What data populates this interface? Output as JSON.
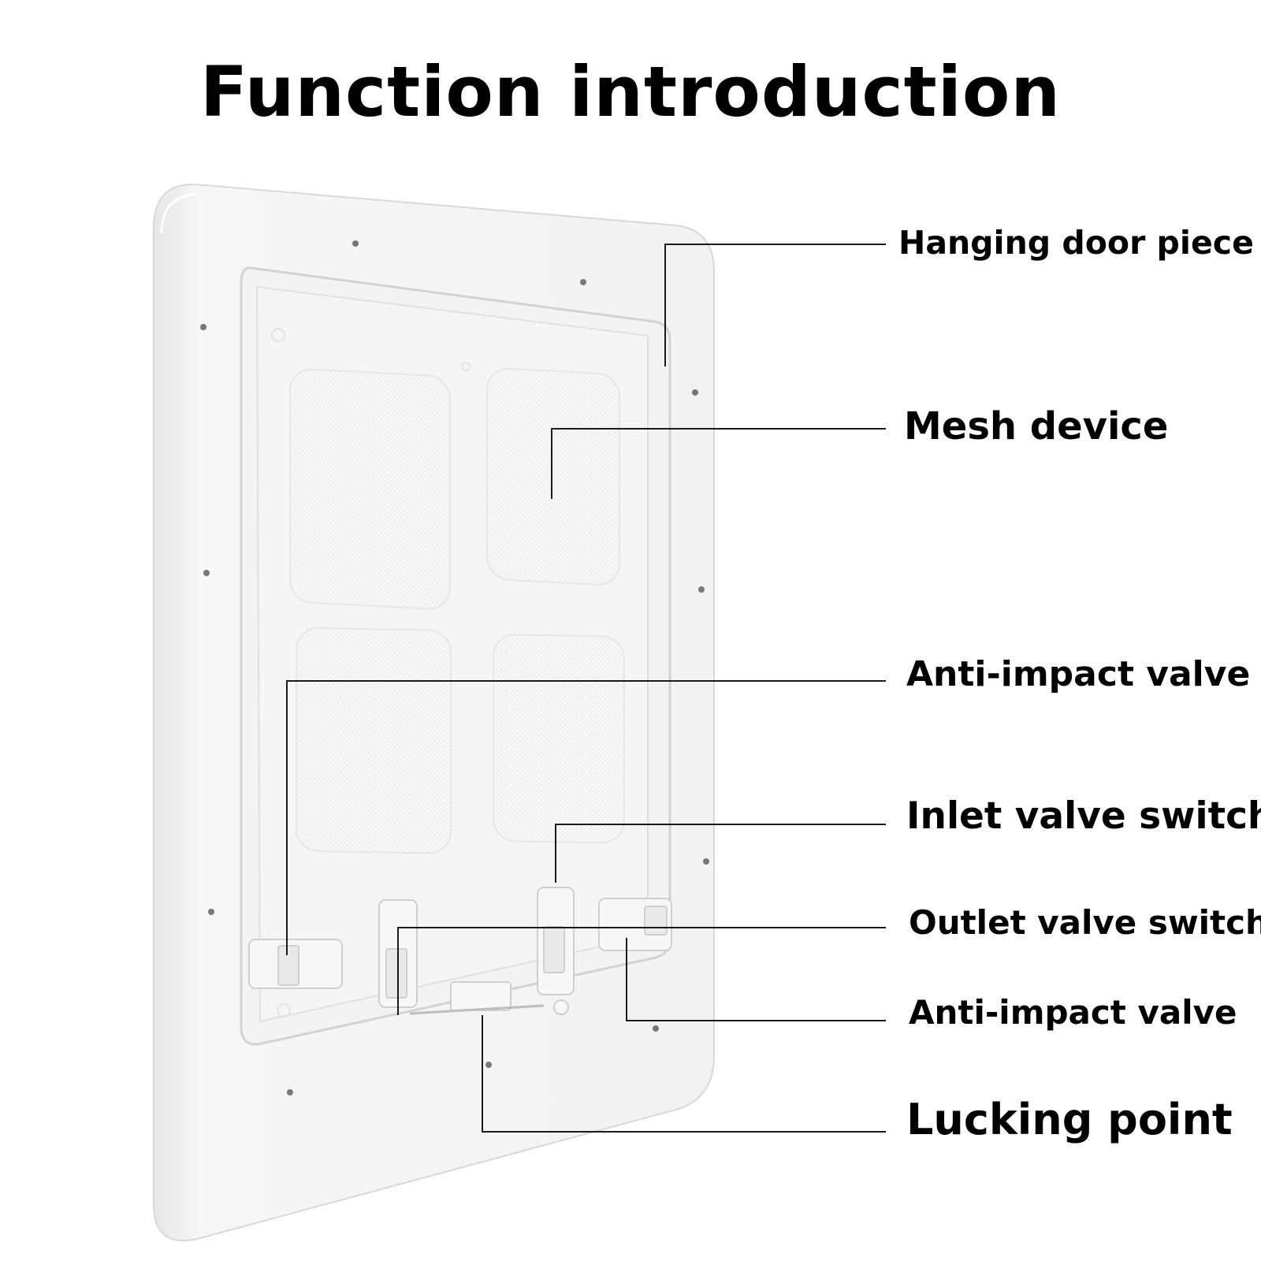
{
  "title": "Function introduction",
  "callouts": [
    {
      "label": "Hanging door piece"
    },
    {
      "label": "Mesh device"
    },
    {
      "label": "Anti-impact valve"
    },
    {
      "label": "Inlet valve switch"
    },
    {
      "label": "Outlet valve switch"
    },
    {
      "label": "Anti-impact valve"
    },
    {
      "label": "Lucking point"
    }
  ],
  "colors": {
    "frame": "#f4f4f4",
    "frame_edge": "#dcdcdc",
    "mesh_panel": "#f7f7f7",
    "leader_line": "#1a1a1a",
    "text": "#000000"
  }
}
